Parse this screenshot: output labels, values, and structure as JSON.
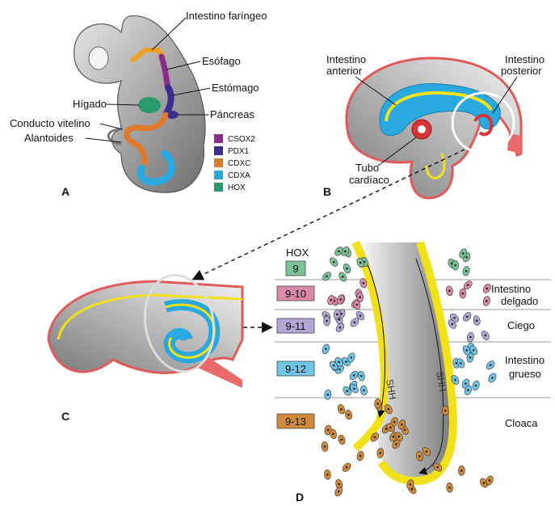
{
  "panels": {
    "a": "A",
    "b": "B",
    "c": "C",
    "d": "D"
  },
  "panel_a": {
    "labels": {
      "faringeo": "Intestino faríngeo",
      "esofago": "Esófago",
      "estomago": "Estómago",
      "higado": "Hígado",
      "pancreas": "Páncreas",
      "vitelino": "Conducto vitelino",
      "alantoides": "Alantoides"
    },
    "legend": [
      {
        "label": "CSOX2",
        "color": "#8a2c8c"
      },
      {
        "label": "PDX1",
        "color": "#3a2d8f"
      },
      {
        "label": "CDXC",
        "color": "#e07a2a"
      },
      {
        "label": "CDXA",
        "color": "#29a9e0"
      },
      {
        "label": "HOX",
        "color": "#2a9a6a"
      }
    ]
  },
  "panel_b": {
    "anterior_1": "Intestino",
    "anterior_2": "anterior",
    "posterior_1": "Intestino",
    "posterior_2": "posterior",
    "tubo_1": "Tubo",
    "tubo_2": "cardíaco"
  },
  "panel_d": {
    "hox_header": "HOX",
    "shh": "SHH",
    "hox_rows": [
      {
        "code": "9",
        "color": "#7cc39a"
      },
      {
        "code": "9-10",
        "color": "#d98aa8"
      },
      {
        "code": "9-11",
        "color": "#b3a6d6"
      },
      {
        "code": "9-12",
        "color": "#6fc6e6"
      },
      {
        "code": "9-13",
        "color": "#d08a3a"
      }
    ],
    "regions": {
      "delgado_1": "Intestino",
      "delgado_2": "delgado",
      "ciego": "Ciego",
      "grueso_1": "Intestino",
      "grueso_2": "grueso",
      "cloaca": "Cloaca"
    }
  },
  "colors": {
    "gut_outline": "#e05a5a",
    "endoderm": "#f2e11a",
    "mesoderm_gray": "#8c8c8c",
    "cdxa_blue": "#29a9e0"
  }
}
